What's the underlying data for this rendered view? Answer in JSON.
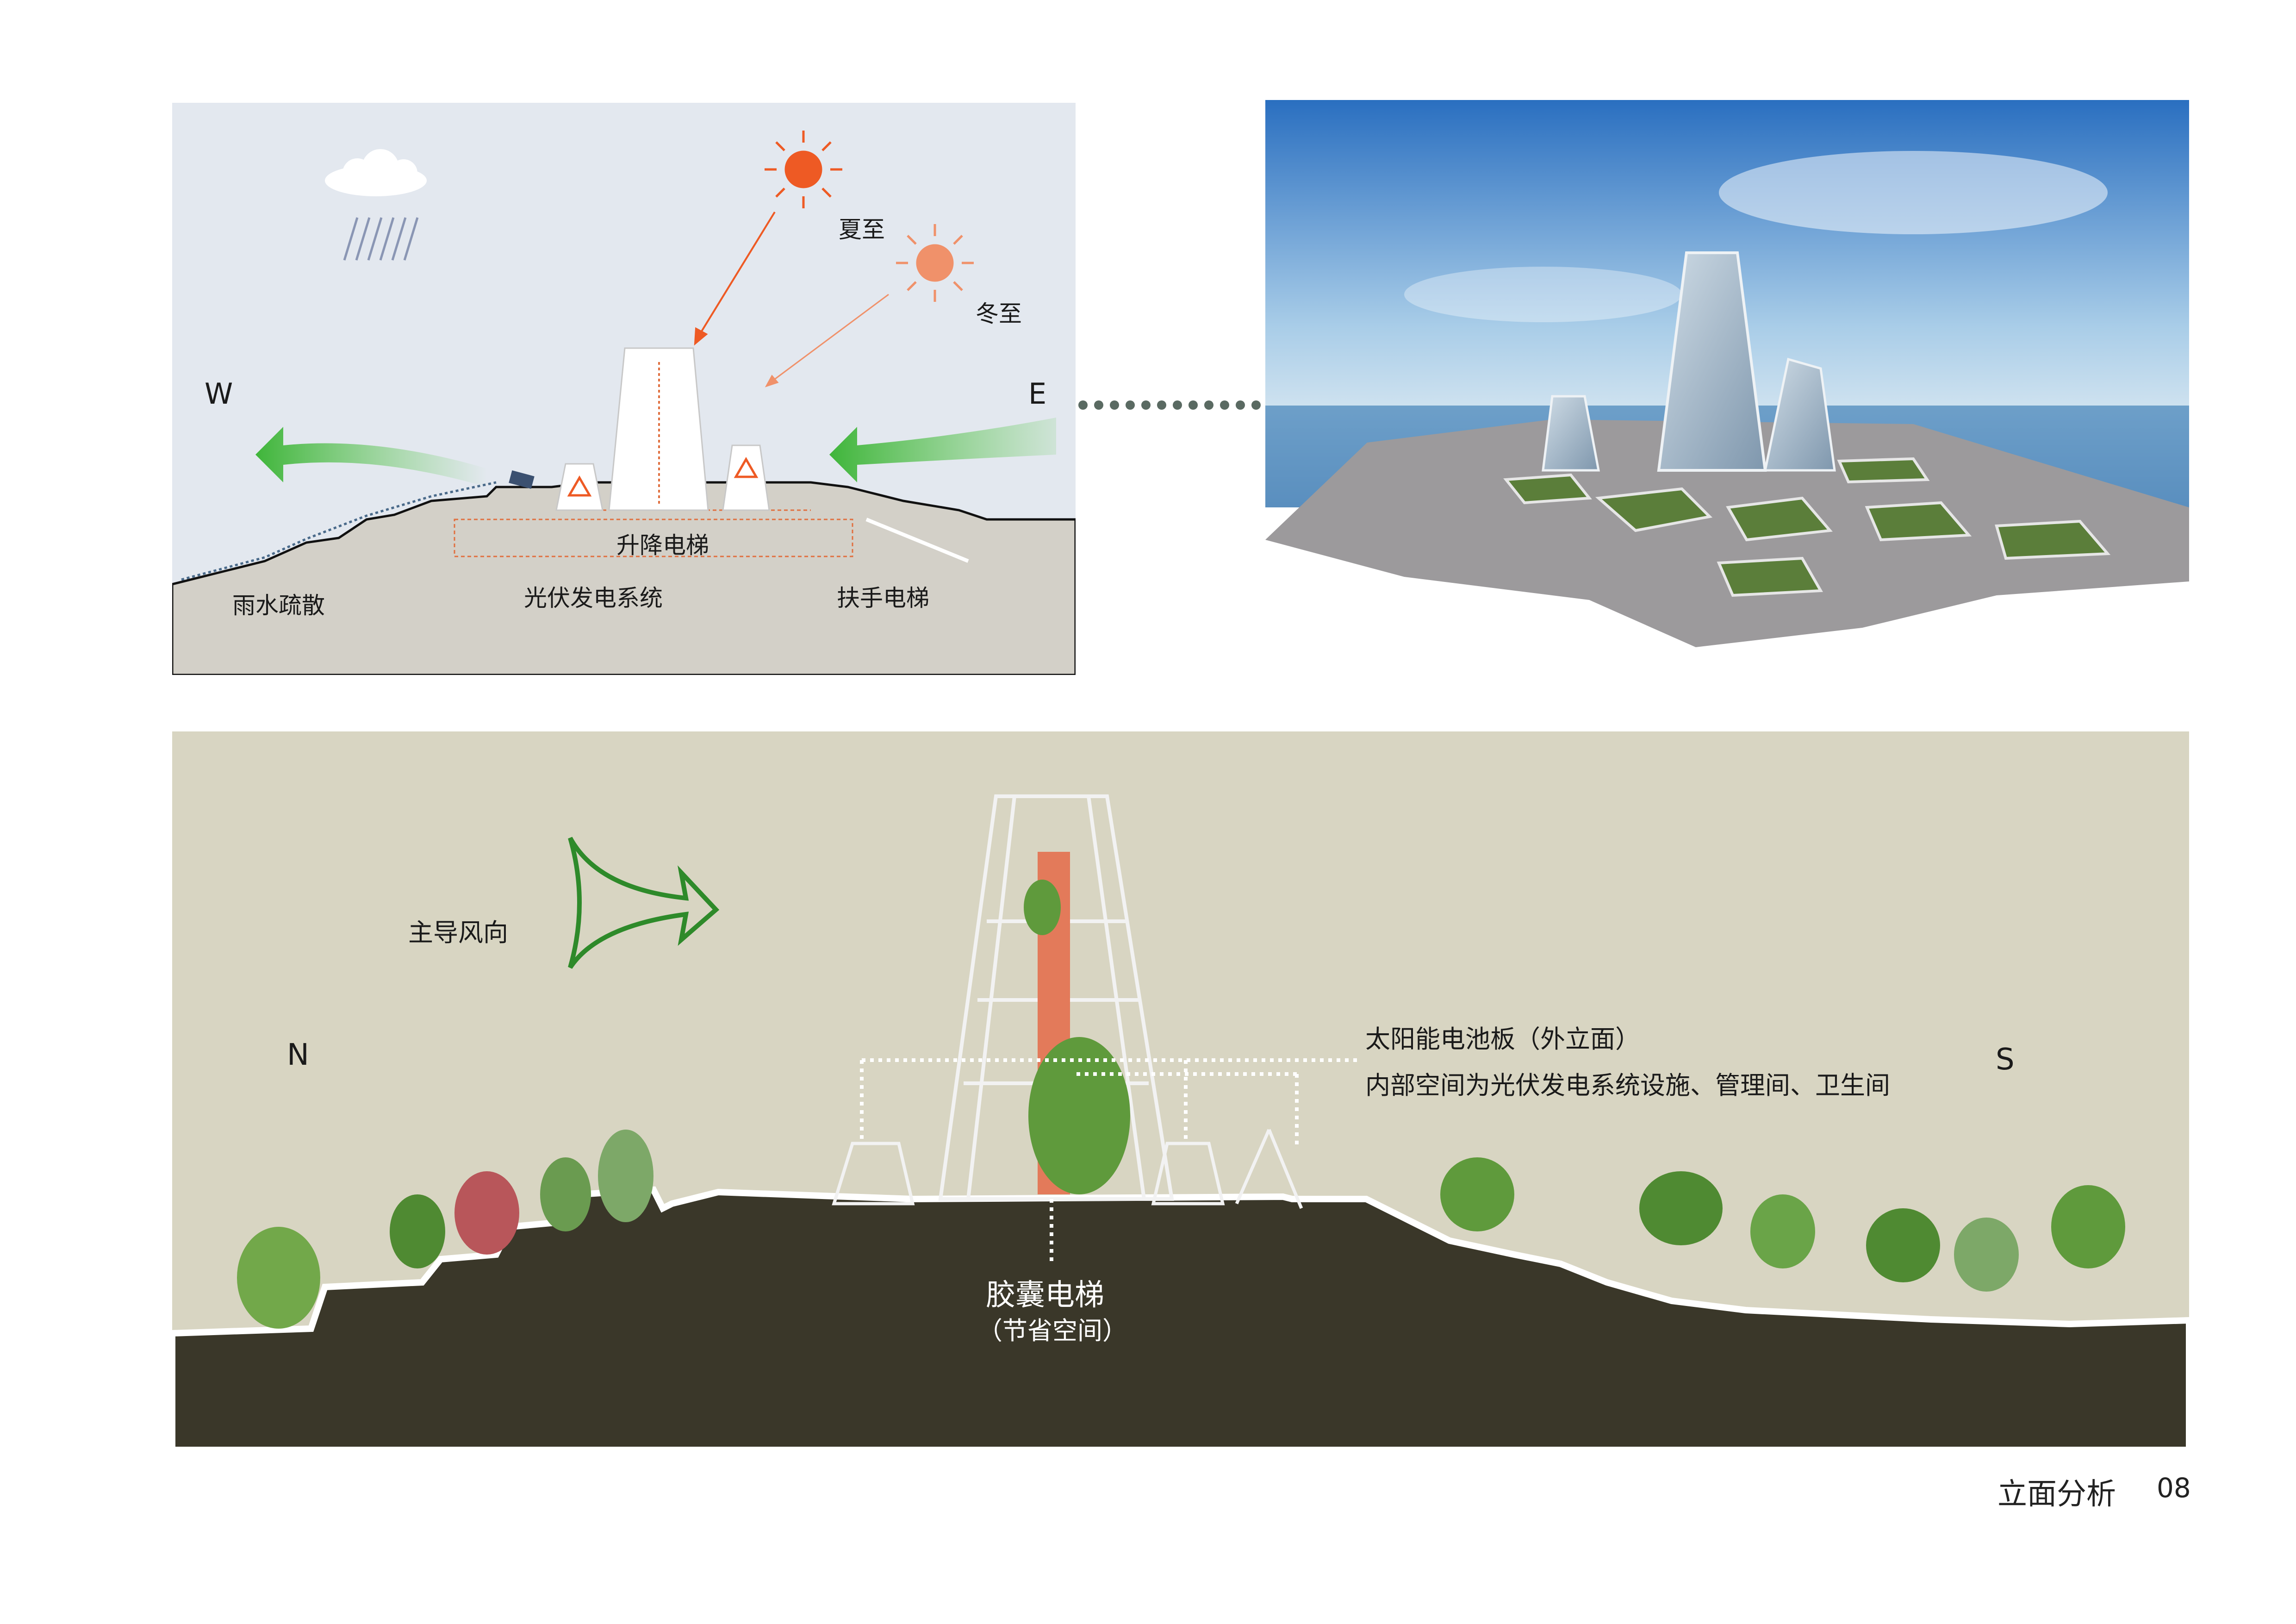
{
  "climate_panel": {
    "labels": {
      "summer_solstice": "夏至",
      "winter_solstice": "冬至",
      "west": "W",
      "east": "E",
      "lift_elevator": "升降电梯",
      "rainwater": "雨水疏散",
      "pv_system": "光伏发电系统",
      "escalator": "扶手电梯"
    },
    "colors": {
      "sky": "#e3e8ef",
      "ground": "#d3d0c8",
      "sun_summer": "#ee5a24",
      "sun_winter": "#f0916a",
      "wind": "#5cc94e",
      "rain": "#8a96b4"
    }
  },
  "render_panel": {
    "colors": {
      "sky_top": "#2a6fc0",
      "sea": "#3f78b0",
      "grass": "#5b7e3a",
      "stone": "#9c9a9c"
    }
  },
  "elevation_panel": {
    "labels": {
      "north": "N",
      "south": "S",
      "prevailing_wind": "主导风向",
      "solar_panel": "太阳能电池板（外立面）",
      "interior_use": "内部空间为光伏发电系统设施、管理间、卫生间",
      "capsule_elevator": "胶囊电梯",
      "space_saving": "（节省空间）"
    },
    "colors": {
      "background": "#d8d5c2",
      "soil": "#3a3729",
      "tree": "#5f9a3c",
      "core": "#e37a5a"
    }
  },
  "footer": {
    "title": "立面分析",
    "page_number": "08"
  }
}
